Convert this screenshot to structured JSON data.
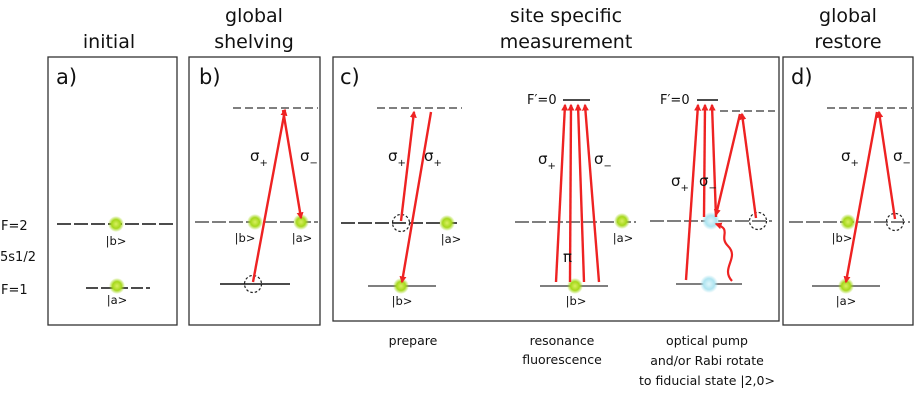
{
  "headers": {
    "initial": [
      "initial"
    ],
    "shelving": [
      "global",
      "shelving"
    ],
    "measure": [
      "site specific",
      "measurement"
    ],
    "restore": [
      "global",
      "restore"
    ]
  },
  "panel_labels": {
    "a": "a)",
    "b": "b)",
    "c": "c)",
    "d": "d)"
  },
  "levels": {
    "f2": "F=2",
    "ground": "5s1/2",
    "f1": "F=1"
  },
  "kets": {
    "a": "|a>",
    "b": "|b>"
  },
  "pol": {
    "sigma": "σ",
    "plus": "+",
    "minus": "−",
    "pi": "π"
  },
  "excited_label": "F′=0",
  "captions": {
    "prepare": [
      "prepare"
    ],
    "fluor": [
      "resonance",
      "fluorescence"
    ],
    "pump": [
      "optical pump",
      "and/or Rabi rotate",
      "to fiducial state |2,0>"
    ]
  },
  "colors": {
    "arrow": "#ee2222",
    "atom": "#a6d81c",
    "pumped": "#aee4f0",
    "frame": "#333333"
  }
}
